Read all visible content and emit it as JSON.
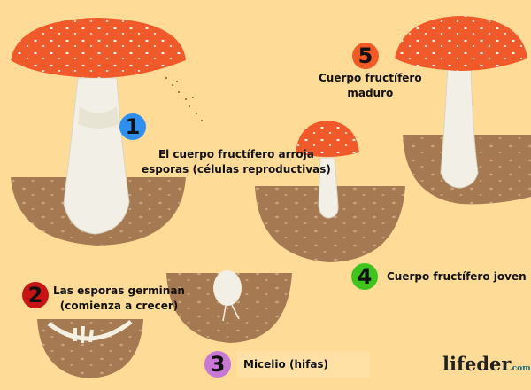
{
  "stages": [
    {
      "number": "1",
      "color": "#2e8ff0",
      "lines": [
        "El cuerpo fructífero arroja",
        "esporas (células reproductivas)"
      ]
    },
    {
      "number": "2",
      "color": "#c71414",
      "lines": [
        "Las esporas germinan",
        "(comienza a crecer)"
      ]
    },
    {
      "number": "3",
      "color": "#c777d6",
      "lines": [
        "Micelio (hifas)"
      ]
    },
    {
      "number": "4",
      "color": "#3fc41e",
      "lines": [
        "Cuerpo fructífero joven"
      ]
    },
    {
      "number": "5",
      "color": "#f15a24",
      "lines": [
        "Cuerpo fructífero",
        "maduro"
      ]
    }
  ],
  "logo": {
    "name": "lifeder",
    "suffix": ".com"
  },
  "colors": {
    "background": "#fedc98",
    "soil": "#a57a52",
    "cap": "#f0592a",
    "stem": "#f2f0e6"
  }
}
